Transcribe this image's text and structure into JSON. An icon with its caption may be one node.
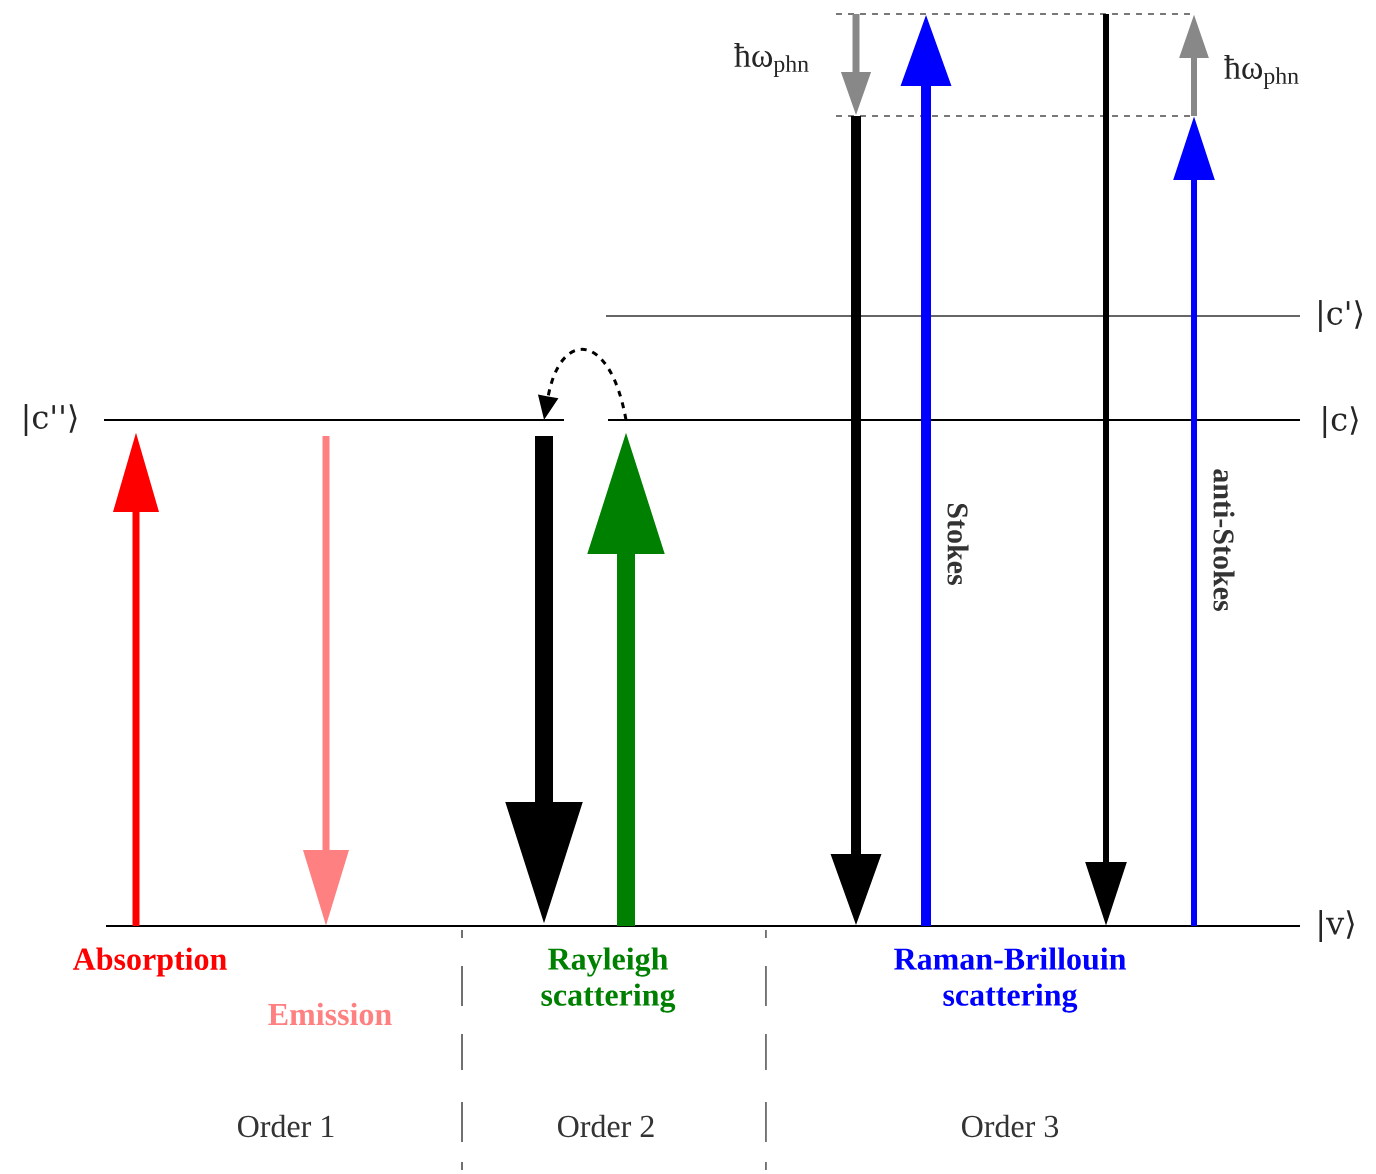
{
  "diagram": {
    "labels": [
      "ħω$_{phn}$",
      "ħω$_{phn}$",
      "|c'⟩",
      "|c''⟩",
      "|c⟩",
      "Stokes",
      "anti-Stokes",
      "|v⟩",
      "Absorption",
      "Rayleigh scattering",
      "Raman-Brillouin scattering",
      "Emission",
      "Order 1",
      "Order 2",
      "Order 3"
    ]
  }
}
